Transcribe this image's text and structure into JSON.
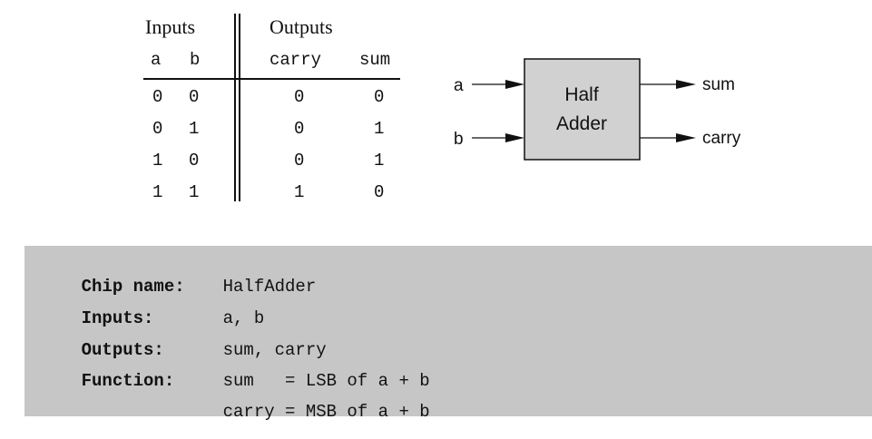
{
  "truth_table": {
    "group_headers": {
      "inputs": "Inputs",
      "outputs": "Outputs"
    },
    "columns": [
      "a",
      "b",
      "carry",
      "sum"
    ],
    "rows": [
      [
        "0",
        "0",
        "0",
        "0"
      ],
      [
        "0",
        "1",
        "0",
        "1"
      ],
      [
        "1",
        "0",
        "0",
        "1"
      ],
      [
        "1",
        "1",
        "1",
        "0"
      ]
    ]
  },
  "diagram": {
    "box_label_line1": "Half",
    "box_label_line2": "Adder",
    "inputs": [
      "a",
      "b"
    ],
    "outputs": [
      "sum",
      "carry"
    ],
    "box_fill": "#d1d1d1"
  },
  "spec": {
    "lines": [
      {
        "label": "Chip name:",
        "value": "HalfAdder"
      },
      {
        "label": "Inputs:",
        "value": "a, b"
      },
      {
        "label": "Outputs:",
        "value": "sum, carry"
      },
      {
        "label": "Function:",
        "value": "sum   = LSB of a + b"
      },
      {
        "label": "",
        "value": "carry = MSB of a + b"
      }
    ],
    "background": "#c6c6c6"
  }
}
